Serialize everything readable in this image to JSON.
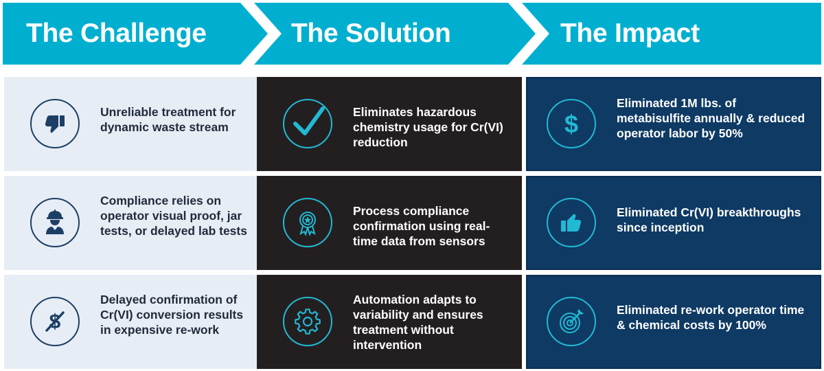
{
  "headers": {
    "challenge": "The Challenge",
    "solution": "The Solution",
    "impact": "The Impact"
  },
  "colors": {
    "header_band": "#00afcf",
    "challenge_bg": "#e7edf5",
    "solution_bg": "#231f20",
    "impact_bg": "#0e3a64",
    "accent": "#22b9d4",
    "challenge_icon": "#1d3f66"
  },
  "challenge": [
    {
      "icon": "thumbs-down-icon",
      "text": "Unreliable treatment for dynamic waste stream"
    },
    {
      "icon": "worker-icon",
      "text": "Compliance relies on operator visual proof, jar tests, or delayed lab tests"
    },
    {
      "icon": "no-dollar-icon",
      "text": "Delayed confirmation of Cr(VI) conversion results in expensive re-work"
    }
  ],
  "solution": [
    {
      "icon": "checkmark-icon",
      "text": "Eliminates hazardous chemistry usage for Cr(VI) reduction"
    },
    {
      "icon": "award-ribbon-icon",
      "text": "Process compliance confirmation using real-time data from sensors"
    },
    {
      "icon": "gear-icon",
      "text": "Automation adapts to variability and ensures treatment without intervention"
    }
  ],
  "impact": [
    {
      "icon": "dollar-icon",
      "text": "Eliminated 1M lbs. of metabisulfite annually & reduced operator labor by 50%"
    },
    {
      "icon": "thumbs-up-icon",
      "text": "Eliminated Cr(VI) breakthroughs since inception"
    },
    {
      "icon": "target-icon",
      "text": "Eliminated re-work operator time & chemical costs by 100%"
    }
  ]
}
